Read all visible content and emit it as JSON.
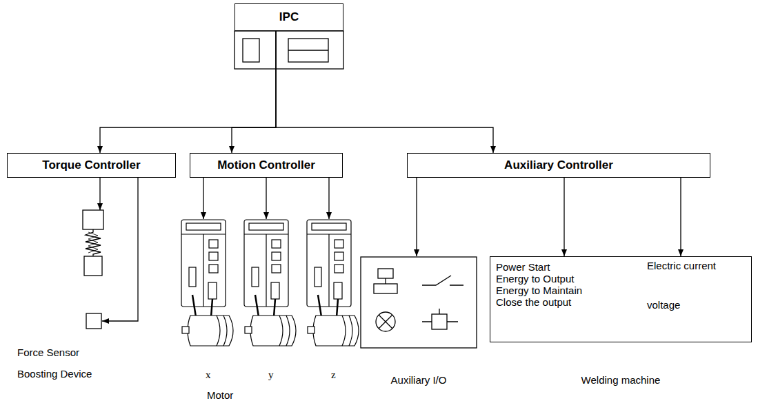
{
  "diagram": {
    "nodes": [
      {
        "text": [
          "IPC"
        ]
      },
      {
        "text": [
          "Torque Controller"
        ]
      },
      {
        "text": [
          "Motion Controller"
        ]
      },
      {
        "text": [
          "Auxiliary Controller"
        ]
      },
      {
        "text": [
          "x"
        ]
      },
      {
        "text": [
          "y"
        ]
      },
      {
        "text": [
          "z"
        ]
      },
      {
        "text": [
          "Auxiliary I/O"
        ]
      },
      {
        "text": [
          "Welding machine"
        ]
      },
      {
        "text": [
          "Power Start",
          "Energy to Output",
          "Energy to Maintain",
          "Close the output"
        ],
        "in": 8
      },
      {
        "text": [
          "Electric current",
          "voltage"
        ],
        "in": 8
      }
    ],
    "edges": [
      {
        "from": 0,
        "to": 1,
        "arrow": "to"
      },
      {
        "from": 0,
        "to": 2,
        "arrow": "to"
      },
      {
        "from": 0,
        "to": 3,
        "arrow": "to"
      },
      {
        "from": 2,
        "to": 4,
        "arrow": "to"
      },
      {
        "from": 2,
        "to": 5,
        "arrow": "to"
      },
      {
        "from": 2,
        "to": 6,
        "arrow": "to"
      },
      {
        "from": 3,
        "to": 7,
        "arrow": "to"
      },
      {
        "from": 3,
        "to": 9,
        "arrow": "to"
      },
      {
        "from": 3,
        "to": 10,
        "arrow": "to"
      }
    ],
    "labels": [
      "Force Sensor",
      "Boosting Device",
      "Motor"
    ]
  }
}
